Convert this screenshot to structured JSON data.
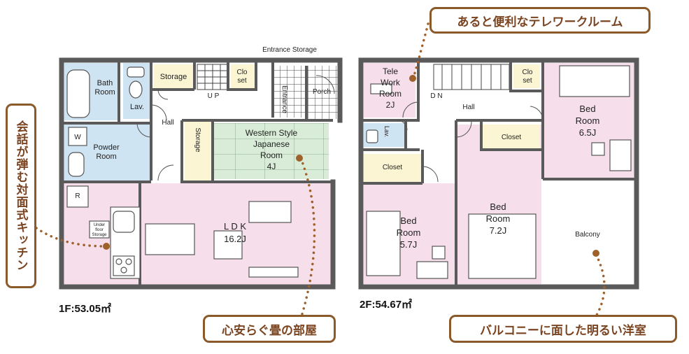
{
  "floor1": {
    "area_label": "1F:53.05㎡",
    "rooms": {
      "bath": [
        "Bath",
        "Room"
      ],
      "lav": "Lav.",
      "storage_top": "Storage",
      "closet": [
        "Clo",
        "set"
      ],
      "up": "U P",
      "entrance_storage": "Entrance Storage",
      "entrance": "Entrance",
      "porch": "Porch",
      "hall": "Hall",
      "powder": [
        "Powder",
        "Room"
      ],
      "powder_w": "W",
      "storage_side": "Storage",
      "japanese": [
        "Western Style",
        "Japanese",
        "Room",
        "4J"
      ],
      "refrigerator": "R",
      "underfloor": [
        "Under",
        "floor",
        "Storage"
      ],
      "ldk": [
        "L D K",
        "16.2J"
      ]
    }
  },
  "floor2": {
    "area_label": "2F:54.67㎡",
    "rooms": {
      "telework": [
        "Tele",
        "Work",
        "Room",
        "2J"
      ],
      "dn": "D N",
      "closet_top": [
        "Clo",
        "set"
      ],
      "hall": "Hall",
      "bed1": [
        "Bed",
        "Room",
        "6.5J"
      ],
      "lav": "Lav.",
      "closet_mid": "Closet",
      "closet_left": "Closet",
      "bed2": [
        "Bed",
        "Room",
        "5.7J"
      ],
      "bed3": [
        "Bed",
        "Room",
        "7.2J"
      ],
      "balcony": "Balcony"
    }
  },
  "callouts": {
    "telework": "あると便利なテレワークルーム",
    "kitchen": "会話が弾む対面式キッチン",
    "japanese_room": "心安らぐ畳の部屋",
    "balcony": "バルコニーに面した明るい洋室"
  },
  "colors": {
    "wall": "#5a5a5a",
    "wet_room": "#cfe4f2",
    "living_room": "#f6dfea",
    "tatami": "#d8ecd8",
    "storage": "#fbf5d3",
    "callout_border": "#8b5a2b",
    "callout_text": "#7a4420",
    "dots": "#a0602a"
  }
}
